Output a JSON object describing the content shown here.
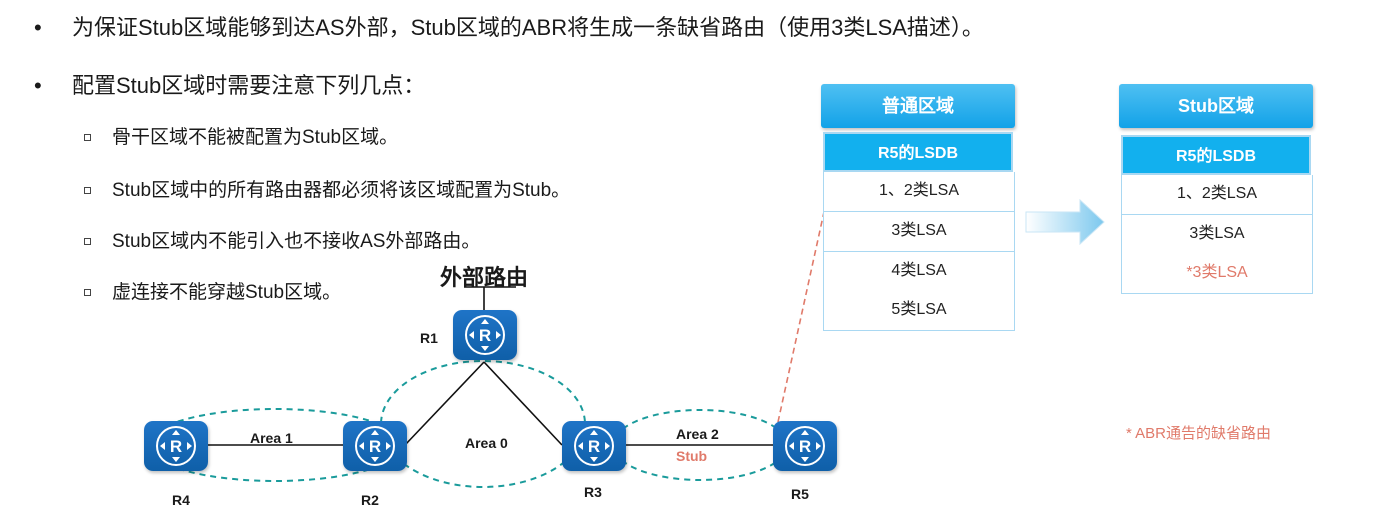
{
  "bullets": {
    "main": [
      "为保证Stub区域能够到达AS外部，Stub区域的ABR将生成一条缺省路由（使用3类LSA描述）。",
      "配置Stub区域时需要注意下列几点："
    ],
    "sub": [
      "骨干区域不能被配置为Stub区域。",
      "Stub区域中的所有路由器都必须将该区域配置为Stub。",
      "Stub区域内不能引入也不接收AS外部路由。",
      "虚连接不能穿越Stub区域。"
    ]
  },
  "diagram": {
    "external_route": "外部路由",
    "routers": {
      "r1": "R1",
      "r2": "R2",
      "r3": "R3",
      "r4": "R4",
      "r5": "R5"
    },
    "areas": {
      "area1": "Area 1",
      "area0": "Area 0",
      "area2": "Area 2",
      "stub": "Stub"
    }
  },
  "tables": {
    "normal": {
      "title": "普通区域",
      "subtitle": "R5的LSDB",
      "rows": [
        "1、2类LSA",
        "3类LSA",
        "4类LSA",
        "5类LSA"
      ]
    },
    "stub": {
      "title": "Stub区域",
      "subtitle": "R5的LSDB",
      "rows": [
        "1、2类LSA",
        "3类LSA",
        "*3类LSA"
      ]
    }
  },
  "note": "* ABR通告的缺省路由",
  "colors": {
    "router": "#1565b8",
    "table_header": "#12a2e8",
    "accent_red": "#e07a6a",
    "area_dash": "#1a9b9b"
  }
}
